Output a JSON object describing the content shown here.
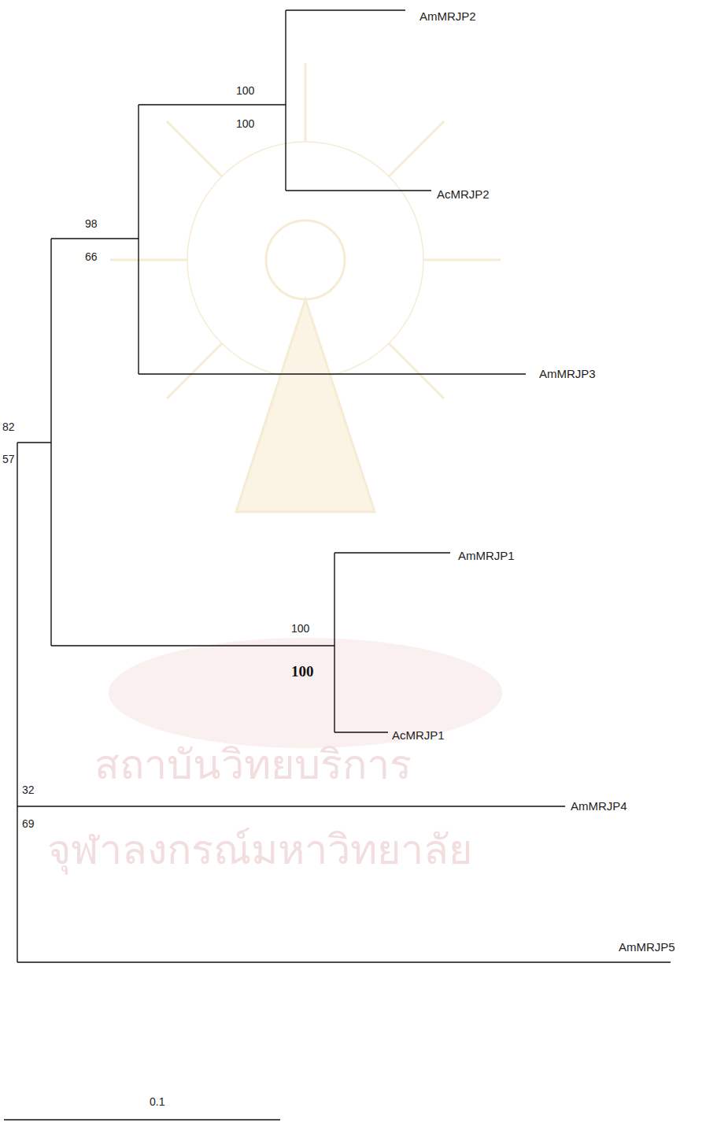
{
  "diagram": {
    "labels": [
      "AmMRJP2",
      "AcMRJP2",
      "AmMRJP3",
      "AmMRJP1",
      "AcMRJP1",
      "AmMRJP4",
      "AmMRJP5",
      "100",
      "100",
      "98",
      "66",
      "82",
      "57",
      "100",
      "100",
      "32",
      "69",
      "0.1",
      "สถาบันวิทยบริการ",
      "จุฬาลงกรณ์มหาวิทยาลัย"
    ]
  }
}
